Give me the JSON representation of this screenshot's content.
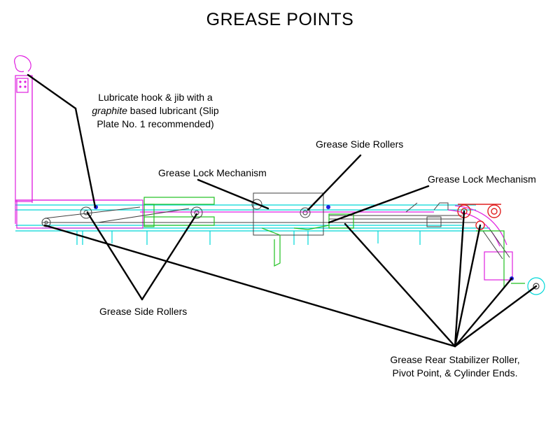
{
  "title": "GREASE POINTS",
  "labels": {
    "hook": {
      "line1": "Lubricate hook & jib with a",
      "line2_italic": "graphite",
      "line2_rest": " based lubricant (Slip",
      "line3": "Plate No. 1 recommended)"
    },
    "side_rollers_top": "Grease Side Rollers",
    "lock_mechanism_left": "Grease Lock Mechanism",
    "lock_mechanism_right": "Grease Lock Mechanism",
    "side_rollers_bottom": "Grease Side Rollers",
    "rear_stabilizer": {
      "line1": "Grease Rear Stabilizer Roller,",
      "line2": "Pivot Point, & Cylinder Ends."
    }
  },
  "colors": {
    "magenta": "#e020e0",
    "cyan": "#00d8d8",
    "green": "#20c020",
    "blue": "#2020e0",
    "red": "#e02020",
    "black": "#000000",
    "gray": "#808080"
  }
}
